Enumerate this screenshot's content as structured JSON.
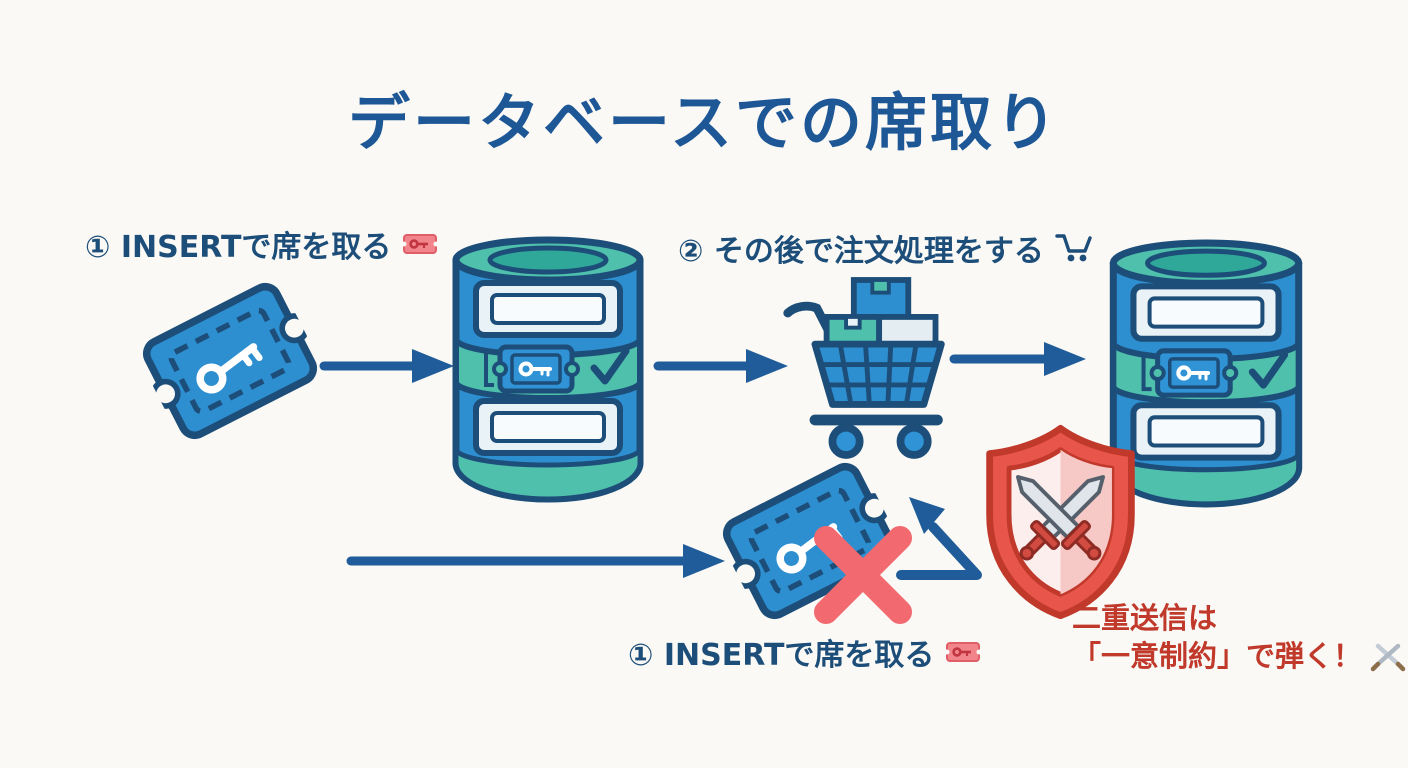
{
  "title": "データベースでの席取り",
  "flow_top": {
    "step1_label": "① INSERTで席を取る",
    "step2_label": "② その後で注文処理をする"
  },
  "flow_bottom": {
    "duplicate_label": "① INSERTで席を取る",
    "warning_line1": "二重送信は",
    "warning_line2": "「一意制約」で弾く！"
  },
  "icons": {
    "ticket": "blue ticket with white key",
    "database": "blue-teal database cylinder with reserved-seat ticket and check mark",
    "cart": "blue shopping cart with boxes",
    "rejected_ticket": "blue ticket with red X",
    "shield": "red shield with crossed swords",
    "label_ticket_emoji": "pink ticket emoji",
    "label_cart_emoji": "blue cart glyph",
    "label_swords_emoji": "crossed swords glyph"
  },
  "colors": {
    "background": "#faf9f5",
    "title_blue": "#1d5796",
    "label_navy": "#1d4e79",
    "warning_red": "#c0392b",
    "fill_blue": "#2e8fd0",
    "fill_teal": "#4fc0ac",
    "card_light": "#e9f2f6",
    "x_red": "#f2696f",
    "shield_red": "#e8554b"
  }
}
